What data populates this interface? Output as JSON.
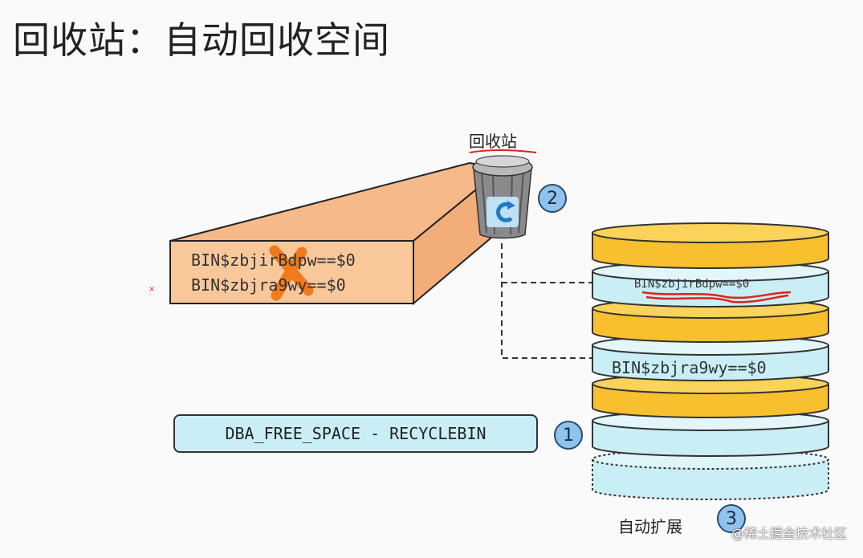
{
  "title": "回收站：自动回收空间",
  "recycle_bin_label": "回收站",
  "table_rows": [
    "BIN$zbjirBdpw==$0",
    "BIN$zbjra9wy==$0"
  ],
  "tablespace_entries": {
    "dropped": "BIN$zbjirBdpw==$0",
    "kept": "BIN$zbjra9wy==$0"
  },
  "free_space_formula": "DBA_FREE_SPACE - RECYCLEBIN",
  "badges": [
    "1",
    "2",
    "3"
  ],
  "auto_extend_label": "自动扩展",
  "watermark": "@稀土掘金技术社区",
  "colors": {
    "table_face": "#f9c89a",
    "disk_gold": "#f8c02e",
    "disk_cyan": "#c9eef6",
    "cross": "#f07a1c",
    "scribble": "#e0221a"
  }
}
